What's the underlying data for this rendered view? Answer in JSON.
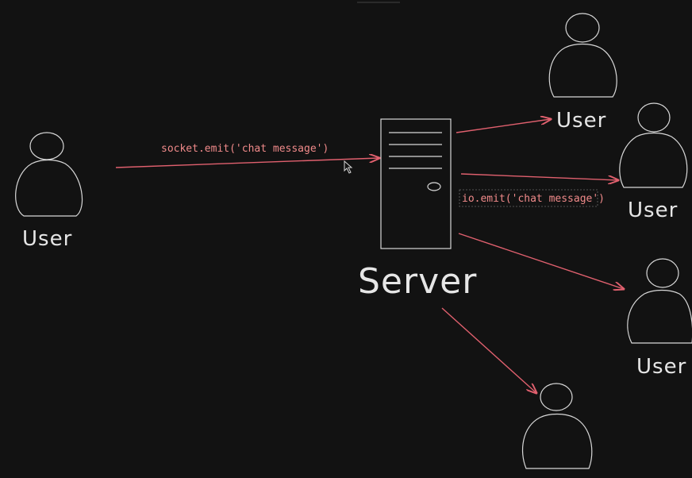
{
  "colors": {
    "background": "#121212",
    "stroke": "#d8d8d8",
    "arrow": "#e0606e",
    "code_text": "#f08a8a"
  },
  "server": {
    "label": "Server",
    "icon": "server-tower-icon"
  },
  "sender": {
    "label": "User",
    "icon": "person-icon"
  },
  "receivers": [
    {
      "label": "User",
      "icon": "person-icon"
    },
    {
      "label": "User",
      "icon": "person-icon"
    },
    {
      "label": "User",
      "icon": "person-icon"
    },
    {
      "label": "",
      "icon": "person-icon"
    }
  ],
  "edges": {
    "emit_label": "socket.emit('chat message')",
    "broadcast_label": "io.emit('chat message')"
  },
  "cursor": {
    "icon": "mouse-pointer-icon"
  }
}
